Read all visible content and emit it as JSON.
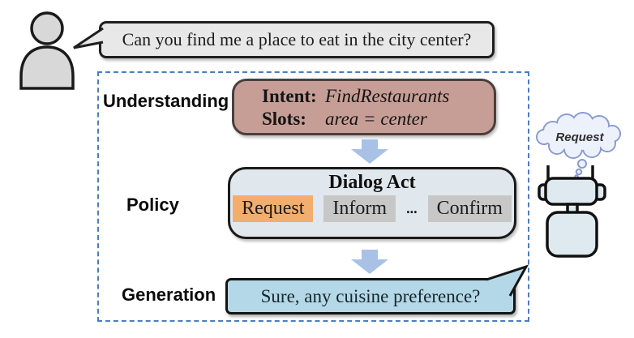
{
  "user": {
    "utterance": "Can you find me a place to eat in the city center?"
  },
  "pipeline": {
    "understanding": {
      "label": "Understanding",
      "intent_key": "Intent:",
      "intent_value": "FindRestaurants",
      "slots_key": "Slots:",
      "slots_value": "area = center"
    },
    "policy": {
      "label": "Policy",
      "box_title": "Dialog Act",
      "acts": [
        "Request",
        "Inform",
        "Confirm"
      ],
      "ellipsis": "...",
      "selected_act": "Request"
    },
    "generation": {
      "label": "Generation",
      "response": "Sure, any cuisine preference?"
    }
  },
  "robot": {
    "thought": "Request"
  },
  "colors": {
    "understanding_box": "#c79e96",
    "policy_box": "#e0e8ed",
    "act_selected": "#f2ae6e",
    "act_default": "#c7c7c7",
    "arrow": "#a9c1e5",
    "generation_bubble": "#b5d8e8",
    "user_bubble": "#e8e8e8",
    "dashed_border": "#4a7ec0",
    "cloud_fill": "#edf1fb",
    "cloud_stroke": "#8a9bd0",
    "robot_fill": "#dfeaf0",
    "person_fill": "#d8d8d8"
  }
}
